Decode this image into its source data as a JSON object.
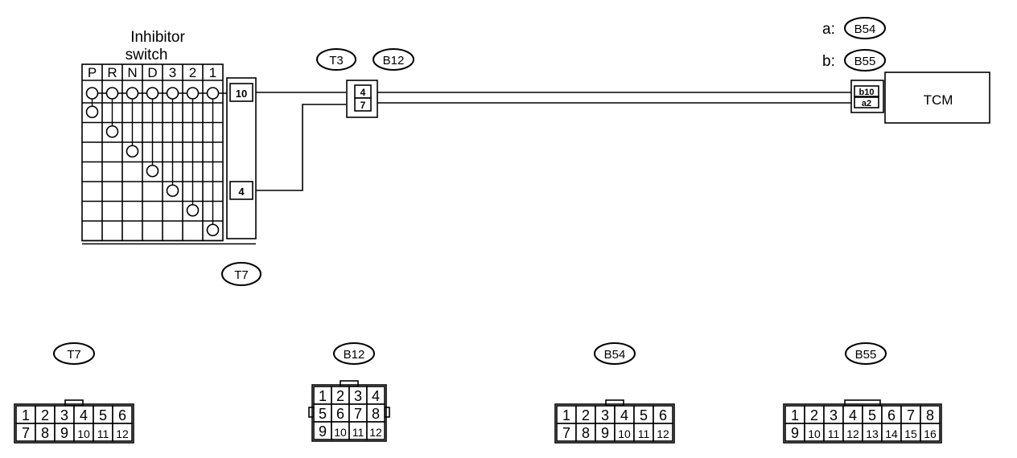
{
  "inhibitor_switch": {
    "title_line1": "Inhibitor",
    "title_line2": "switch",
    "positions": [
      "P",
      "R",
      "N",
      "D",
      "3",
      "2",
      "1"
    ],
    "terminals": [
      "10",
      "4"
    ]
  },
  "labels": {
    "t3": "T3",
    "b12": "B12",
    "t7": "T7",
    "a_prefix": "a:",
    "a_conn": "B54",
    "b_prefix": "b:",
    "b_conn": "B55"
  },
  "b12_pins": [
    "4",
    "7"
  ],
  "tcm": {
    "label": "TCM",
    "pins": [
      "b10",
      "a2"
    ]
  },
  "connectors": [
    {
      "id": "T7",
      "rows": [
        [
          "1",
          "2",
          "3",
          "4",
          "5",
          "6"
        ],
        [
          "7",
          "8",
          "9",
          "10",
          "11",
          "12"
        ]
      ]
    },
    {
      "id": "B12",
      "rows": [
        [
          "1",
          "2",
          "3",
          "4"
        ],
        [
          "5",
          "6",
          "7",
          "8"
        ],
        [
          "9",
          "10",
          "11",
          "12"
        ]
      ]
    },
    {
      "id": "B54",
      "rows": [
        [
          "1",
          "2",
          "3",
          "4",
          "5",
          "6"
        ],
        [
          "7",
          "8",
          "9",
          "10",
          "11",
          "12"
        ]
      ]
    },
    {
      "id": "B55",
      "rows": [
        [
          "1",
          "2",
          "3",
          "4",
          "5",
          "6",
          "7",
          "8"
        ],
        [
          "9",
          "10",
          "11",
          "12",
          "13",
          "14",
          "15",
          "16"
        ]
      ]
    }
  ]
}
